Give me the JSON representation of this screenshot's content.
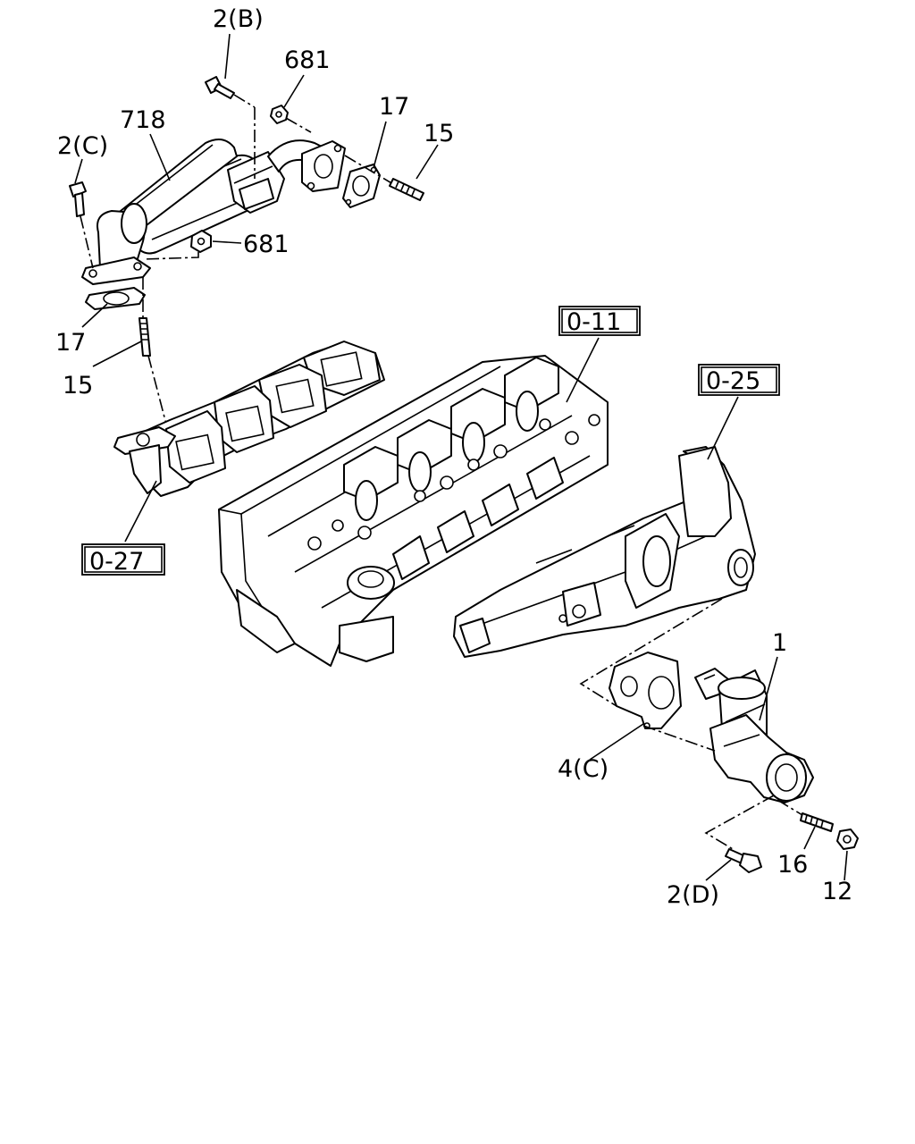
{
  "callouts": {
    "c_2b": "2(B)",
    "c_681_top": "681",
    "c_718": "718",
    "c_17_top": "17",
    "c_15_top": "15",
    "c_2c": "2(C)",
    "c_681_mid": "681",
    "c_17_left": "17",
    "c_15_left": "15",
    "c_1": "1",
    "c_4c": "4(C)",
    "c_16": "16",
    "c_2d": "2(D)",
    "c_12": "12"
  },
  "references": {
    "r_011": "0-11",
    "r_025": "0-25",
    "r_027": "0-27"
  }
}
